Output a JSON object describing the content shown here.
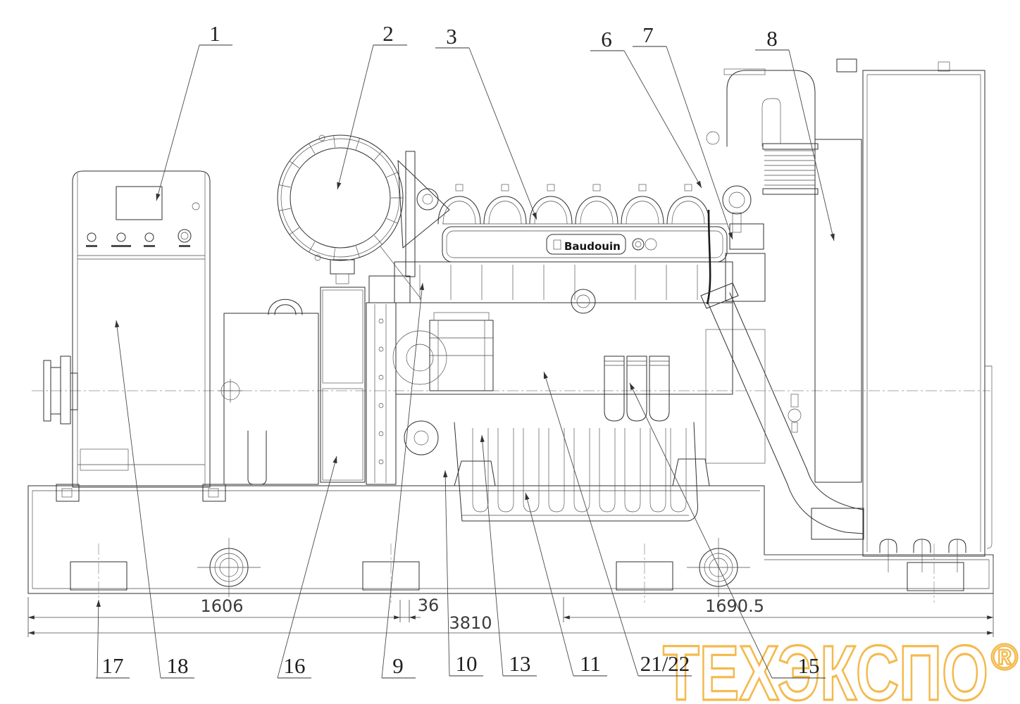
{
  "colors": {
    "background": "#ffffff",
    "linework": "#2f2f2f",
    "annotation": "#2a2a2a",
    "watermark_gold": "#f3ba4d"
  },
  "branding": {
    "engine_label": "Baudouin"
  },
  "watermark": {
    "text": "ТЕХЭКСПО",
    "registered": "®"
  },
  "dimensions": {
    "left_section": "1606",
    "gap": "36",
    "overall_length": "3810",
    "right_section": "1690.5"
  },
  "callouts": {
    "top": [
      {
        "label": "1"
      },
      {
        "label": "2"
      },
      {
        "label": "3"
      },
      {
        "label": "6"
      },
      {
        "label": "7"
      },
      {
        "label": "8"
      }
    ],
    "bottom": [
      {
        "label": "17"
      },
      {
        "label": "18"
      },
      {
        "label": "16"
      },
      {
        "label": "9"
      },
      {
        "label": "10"
      },
      {
        "label": "13"
      },
      {
        "label": "11"
      },
      {
        "label": "21/22"
      },
      {
        "label": "15"
      }
    ]
  }
}
